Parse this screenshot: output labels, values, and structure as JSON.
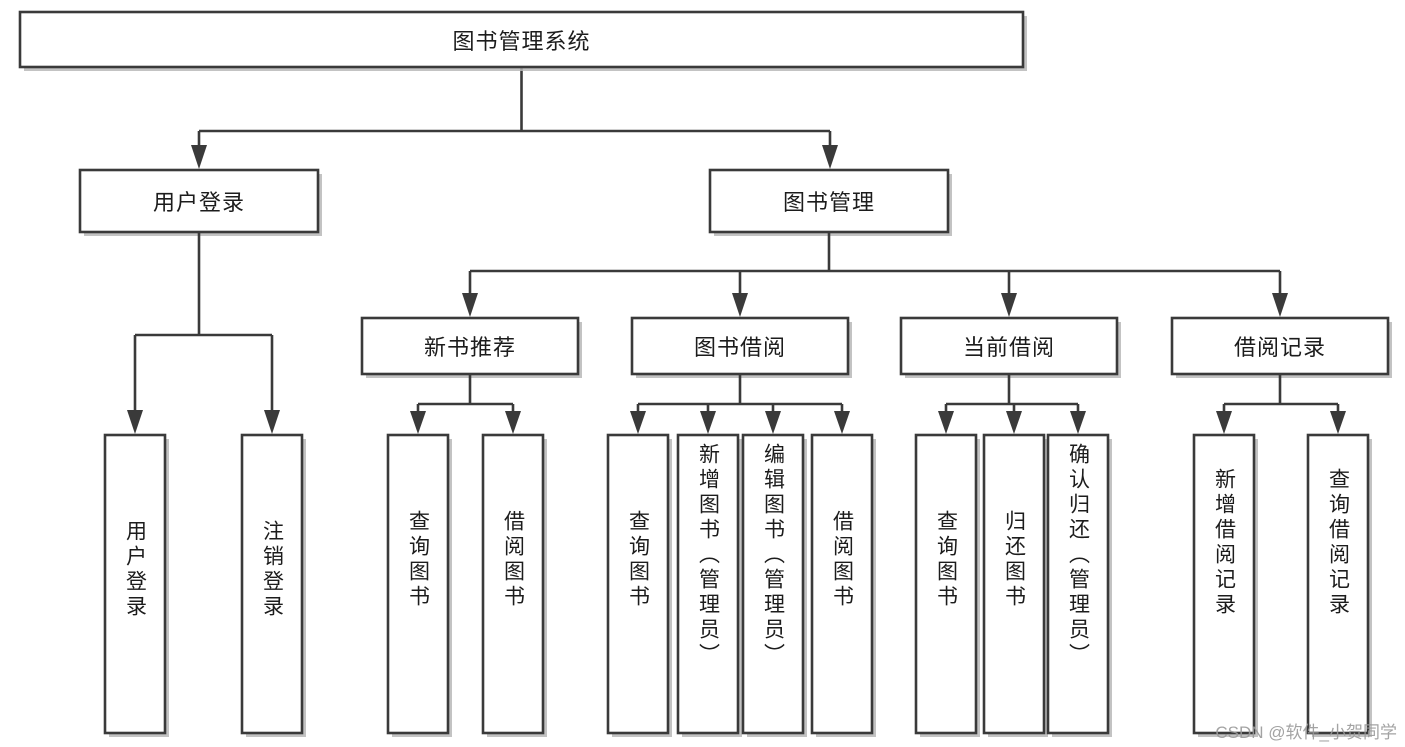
{
  "diagram": {
    "title": "图书管理系统",
    "watermark": "CSDN @软件_小贺同学",
    "colors": {
      "box_stroke": "#3a3a3a",
      "box_fill": "#ffffff",
      "text": "#1c1c1c",
      "connector": "#3a3a3a",
      "watermark": "#9a9a9a",
      "background": "#ffffff"
    },
    "root": {
      "label": "图书管理系统"
    },
    "level1": [
      {
        "label": "用户登录"
      },
      {
        "label": "图书管理"
      }
    ],
    "level2": [
      {
        "label": "新书推荐"
      },
      {
        "label": "图书借阅"
      },
      {
        "label": "当前借阅"
      },
      {
        "label": "借阅记录"
      }
    ],
    "leaves": {
      "user_login": [
        {
          "label": "用户登录"
        },
        {
          "label": "注销登录"
        }
      ],
      "new_book_recommend": [
        {
          "label": "查询图书"
        },
        {
          "label": "借阅图书"
        }
      ],
      "book_borrow": [
        {
          "label": "查询图书"
        },
        {
          "label": "新增图书（管理员）"
        },
        {
          "label": "编辑图书（管理员）"
        },
        {
          "label": "借阅图书"
        }
      ],
      "current_borrow": [
        {
          "label": "查询图书"
        },
        {
          "label": "归还图书"
        },
        {
          "label": "确认归还（管理员）"
        }
      ],
      "borrow_record": [
        {
          "label": "新增借阅记录"
        },
        {
          "label": "查询借阅记录"
        }
      ]
    }
  }
}
